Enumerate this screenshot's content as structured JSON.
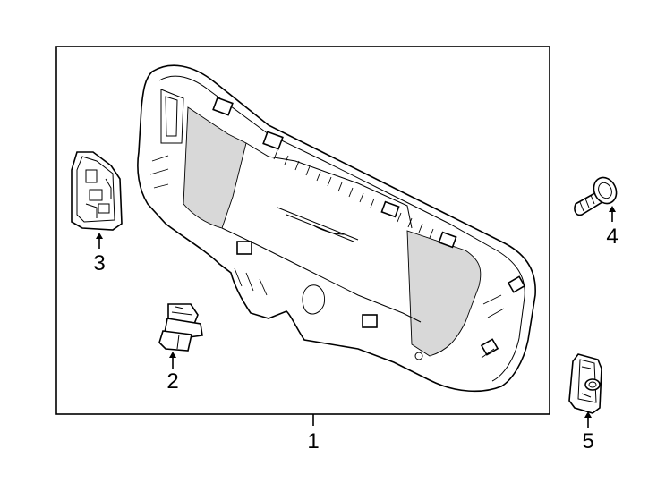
{
  "callouts": {
    "one": "1",
    "two": "2",
    "three": "3",
    "four": "4",
    "five": "5"
  }
}
